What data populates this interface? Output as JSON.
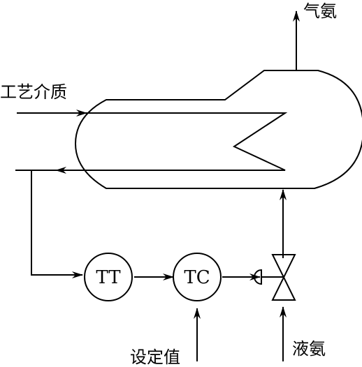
{
  "labels": {
    "gas_ammonia": "气氨",
    "process_medium": "工艺介质",
    "setpoint": "设定值",
    "liquid_ammonia": "液氨"
  },
  "instruments": {
    "transmitter": "TT",
    "controller": "TC"
  },
  "colors": {
    "line": "#000000",
    "background": "#ffffff"
  }
}
